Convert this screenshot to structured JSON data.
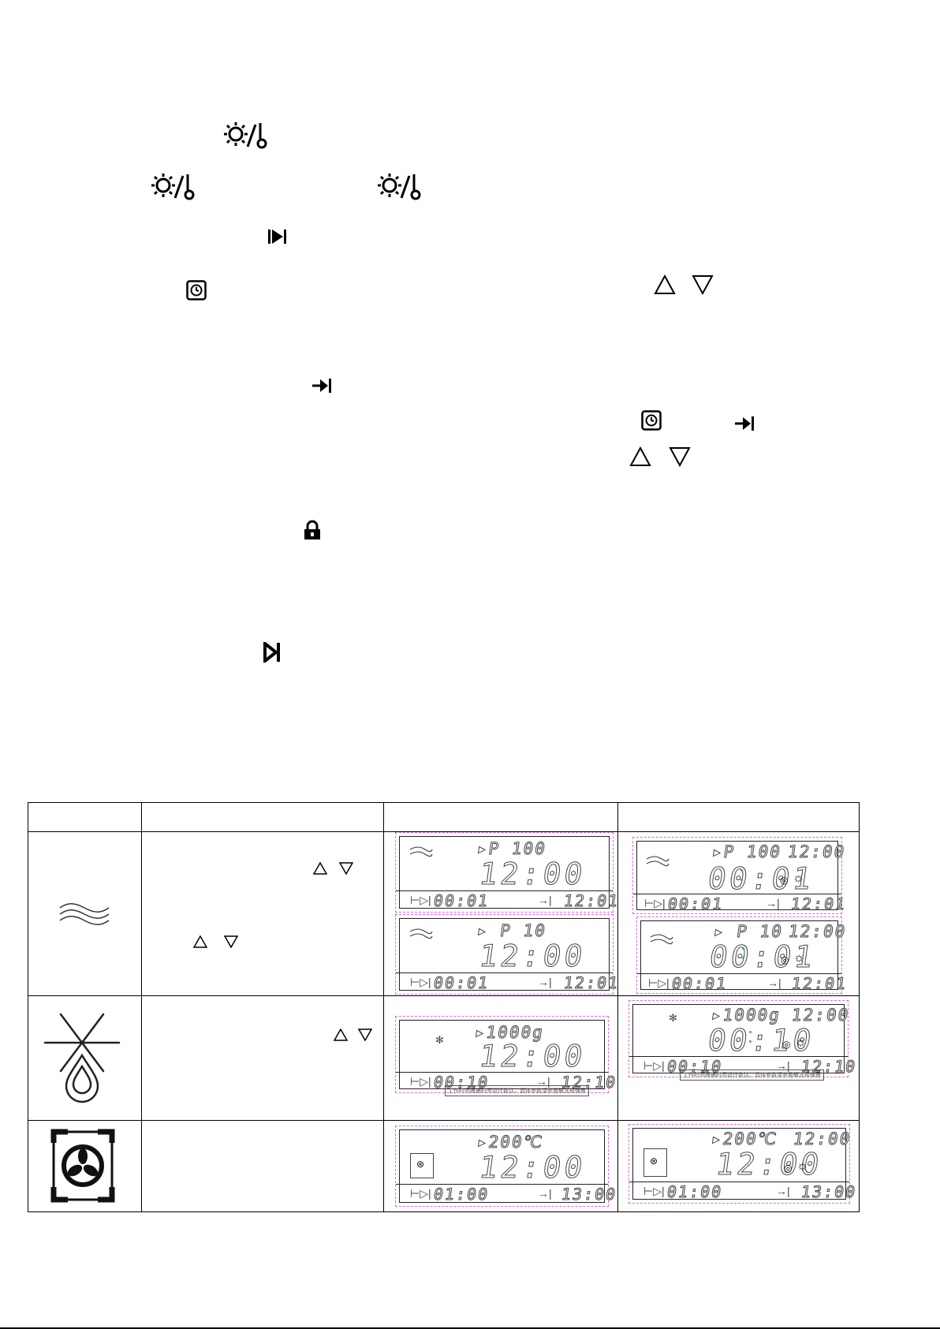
{
  "icons": {
    "light_oven_1": "light-oven-icon",
    "light_oven_2": "light-oven-icon",
    "light_oven_3": "light-oven-icon",
    "start_time": "start-time-icon",
    "clock": "clock-icon",
    "up": "up-triangle-icon",
    "down": "down-triangle-icon",
    "end_time": "end-time-icon",
    "lock": "lock-icon",
    "start_pause": "start-pause-icon"
  },
  "table": {
    "rows": [
      {
        "mode_icon": "steam-waves-icon",
        "panels_left": [
          {
            "indicator": "▸P 100",
            "main": "12:00",
            "start": "00:01",
            "end": "12:01"
          },
          {
            "indicator": "▸ P 10",
            "main": "12:00",
            "start": "00:01",
            "end": "12:01"
          }
        ],
        "panels_right": [
          {
            "indicator": "▸P 100",
            "clock": "12:00",
            "main": "00:01",
            "start": "00:01",
            "end": "12:01"
          },
          {
            "indicator": "▸ P 10",
            "clock": "12:00",
            "main": "00:01",
            "start": "00:01",
            "end": "12:01"
          }
        ]
      },
      {
        "mode_icon": "defrost-icon",
        "panels_left": [
          {
            "indicator": "▸1000g",
            "main": "12:00",
            "start": "00:10",
            "end": "12:10",
            "note": "工作时间根据时间设计数认，具体参数请参看解冻规律表"
          }
        ],
        "panels_right": [
          {
            "indicator": "▸1000g",
            "clock": "12:00",
            "main": "00:10",
            "start": "00:10",
            "end": "12:10",
            "note": "工作时间根据时间设计数认，具体参数请参看解冻规律表"
          }
        ]
      },
      {
        "mode_icon": "fan-oven-icon",
        "panels_left": [
          {
            "indicator": "▸200℃",
            "main": "12:00",
            "start": "01:00",
            "end": "13:00"
          }
        ],
        "panels_right": [
          {
            "indicator": "▸200℃",
            "clock": "12:00",
            "main": "12:00",
            "start": "01:00",
            "end": "13:00"
          }
        ]
      }
    ]
  },
  "colors": {
    "panel_border": "#d96fd2",
    "dot": "#3cb54a"
  }
}
